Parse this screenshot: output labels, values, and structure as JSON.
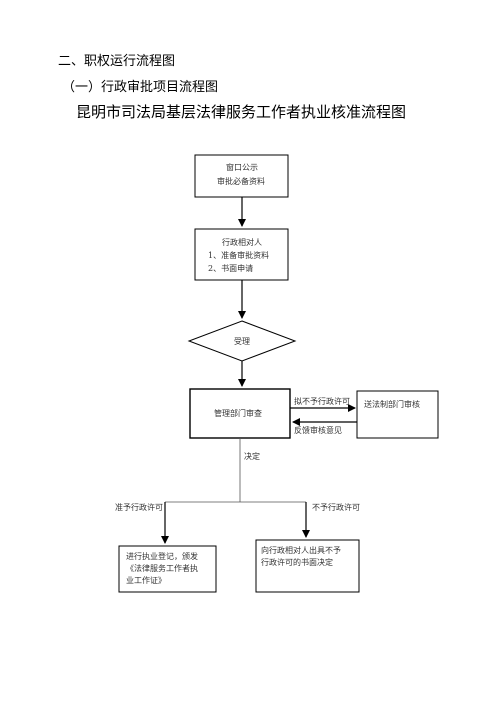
{
  "headings": {
    "section": "二、职权运行流程图",
    "subsection": "（一）行政审批项目流程图",
    "title": "昆明市司法局基层法律服务工作者执业核准流程图"
  },
  "nodes": {
    "window": {
      "line1": "窗口公示",
      "line2": "审批必备资料"
    },
    "applicant": {
      "line1": "行政相对人",
      "line2": "1、准备审批资料",
      "line3": "2、书面申请"
    },
    "accept": {
      "label": "受理"
    },
    "review": {
      "label": "管理部门审查"
    },
    "legal": {
      "label": "送法制部门审核"
    },
    "grant": {
      "line1": "进行执业登记，颁发",
      "line2": "《法律服务工作者执",
      "line3": "业工作证》"
    },
    "deny": {
      "line1": "向行政相对人出具不予",
      "line2": "行政许可的书面决定"
    }
  },
  "edges": {
    "to_legal": "拟不予行政许可",
    "from_legal": "反馈审核意见",
    "decision": "决定",
    "approve": "准予行政许可",
    "reject": "不予行政许可"
  }
}
